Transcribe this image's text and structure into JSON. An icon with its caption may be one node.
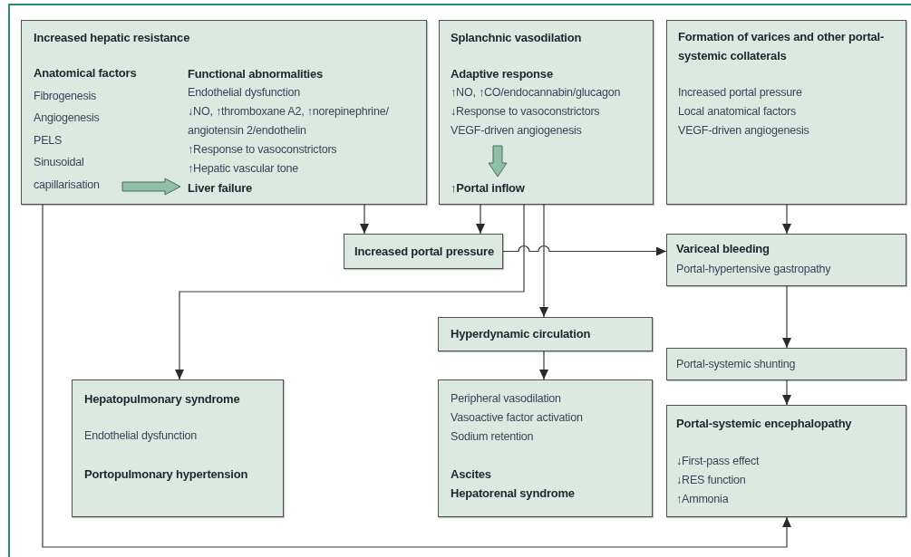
{
  "diagram": {
    "nodes": [
      {
        "text": [
          "Increased hepatic resistance",
          "Anatomical factors",
          "Fibrogenesis",
          "Angiogenesis",
          "PELS",
          "Sinusoidal capillarisation",
          "Functional abnormalities",
          "Endothelial dysfunction",
          "↓NO, ↑thromboxane A2, ↑norepinephrine/ angiotensin 2/endothelin",
          "↑Response to vasoconstrictors",
          "↑Hepatic vascular tone",
          "Liver failure"
        ]
      },
      {
        "text": [
          "Splanchnic vasodilation",
          "Adaptive response",
          "↑NO, ↑CO/endocannabin/glucagon",
          "↓Response to vasoconstrictors",
          "VEGF-driven angiogenesis",
          "↑Portal inflow"
        ]
      },
      {
        "text": [
          "Formation of varices and other portal-systemic collaterals",
          "Increased portal pressure",
          "Local anatomical factors",
          "VEGF-driven angiogenesis"
        ]
      },
      {
        "text": [
          "Increased portal pressure"
        ]
      },
      {
        "text": [
          "Variceal bleeding",
          "Portal-hypertensive gastropathy"
        ]
      },
      {
        "text": [
          "Hyperdynamic circulation"
        ]
      },
      {
        "text": [
          "Hepatopulmonary syndrome",
          "Endothelial dysfunction",
          "Portopulmonary hypertension"
        ]
      },
      {
        "text": [
          "Peripheral vasodilation",
          "Vasoactive factor activation",
          "Sodium retention",
          "Ascites",
          "Hepatorenal syndrome"
        ]
      },
      {
        "text": [
          "Portal-systemic shunting"
        ]
      },
      {
        "text": [
          "Portal-systemic encephalopathy",
          "↓First-pass effect",
          "↓RES function",
          "↑Ammonia"
        ]
      }
    ],
    "edges": [
      {
        "from": 0,
        "to": 3,
        "arrow": "to"
      },
      {
        "from": 1,
        "to": 3,
        "arrow": "to"
      },
      {
        "from": 1,
        "to": 6,
        "arrow": "to"
      },
      {
        "from": 1,
        "to": 5,
        "arrow": "to"
      },
      {
        "from": 3,
        "to": 4,
        "arrow": "to"
      },
      {
        "from": 2,
        "to": 4,
        "arrow": "to"
      },
      {
        "from": 4,
        "to": 8,
        "arrow": "to"
      },
      {
        "from": 5,
        "to": 7,
        "arrow": "to"
      },
      {
        "from": 8,
        "to": 9,
        "arrow": "to"
      },
      {
        "from": 0,
        "to": 9,
        "arrow": "to"
      }
    ]
  }
}
